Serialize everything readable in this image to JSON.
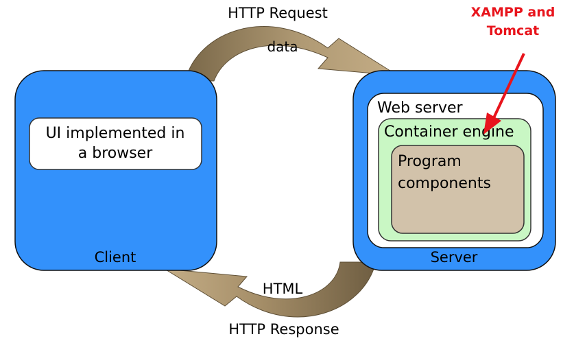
{
  "arrows": {
    "request_label": "HTTP Request",
    "request_data": "data",
    "response_label": "HTTP Response",
    "response_data": "HTML"
  },
  "client": {
    "label": "Client",
    "ui_line1": "UI implemented in",
    "ui_line2": "a browser"
  },
  "server": {
    "label": "Server",
    "web_server": "Web server",
    "container_engine": "Container engine",
    "program_line1": "Program",
    "program_line2": "components"
  },
  "callout": {
    "line1": "XAMPP and",
    "line2": "Tomcat"
  },
  "colors": {
    "blue": "#3391fb",
    "green": "#c9f7c4",
    "tan": "#d2c2aa",
    "arrow": "#8c7a5a",
    "callout_red": "#e8141c"
  }
}
